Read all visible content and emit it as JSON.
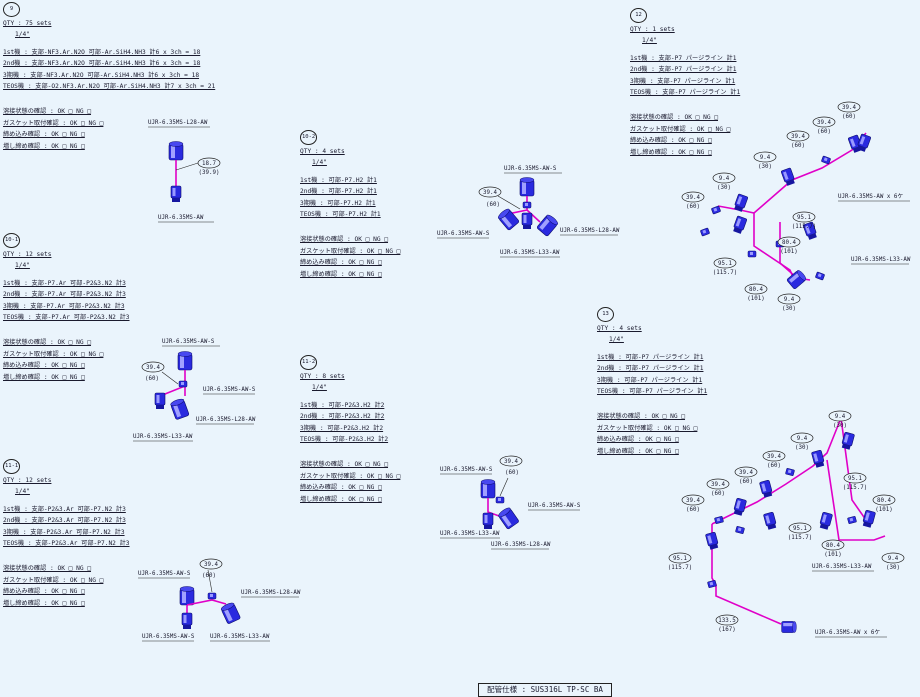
{
  "blocks": [
    {
      "id": "9",
      "qty": "QTY : 75 sets",
      "size": "1/4\"",
      "rows": [
        "1st機  :  支部-NF3.Ar.N2O       可部-Ar.SiH4.NH3    計6 x 3ch = 18",
        "2nd機  :  支部-NF3.Ar.N2O       可部-Ar.SiH4.NH3    計6 x 3ch = 18",
        "3期機  :  支部-NF3.Ar.N2O       可部-Ar.SiH4.NH3    計6 x 3ch = 18",
        "TEOS機 :  支部-O2.NF3.Ar.N2O       可部-Ar.SiH4.NH3    計7 x 3ch = 21"
      ],
      "checks": [
        "溶接状態の確認    :  OK □   NG □",
        "ガスケット取付確認 :  OK □   NG □",
        "締め込み確認      :  OK □   NG □",
        "増し締め確認      :  OK □   NG □"
      ]
    },
    {
      "id": "10-1",
      "qty": "QTY : 12 sets",
      "size": "1/4\"",
      "rows": [
        "1st機  :  支部-P7.Ar       可部-P2&3.N2     計3",
        "2nd機  :  支部-P7.Ar       可部-P2&3.N2     計3",
        "3期機  :  支部-P7.Ar       可部-P2&3.N2     計3",
        "TEOS機 :  支部-P7.Ar       可部-P2&3.N2     計3"
      ],
      "checks": [
        "溶接状態の確認    :  OK □   NG □",
        "ガスケット取付確認 :  OK □   NG □",
        "締め込み確認      :  OK □   NG □",
        "増し締め確認      :  OK □   NG □"
      ]
    },
    {
      "id": "11-1",
      "qty": "QTY : 12 sets",
      "size": "1/4\"",
      "rows": [
        "1st機  :  支部-P2&3.Ar     可部-P7.N2      計3",
        "2nd機  :  支部-P2&3.Ar     可部-P7.N2      計3",
        "3期機  :  支部-P2&3.Ar     可部-P7.N2      計3",
        "TEOS機 :  支部-P2&3.Ar     可部-P7.N2      計3"
      ],
      "checks": [
        "溶接状態の確認    :  OK □   NG □",
        "ガスケット取付確認 :  OK □   NG □",
        "締め込み確認      :  OK □   NG □",
        "増し締め確認      :  OK □   NG □"
      ]
    },
    {
      "id": "10-2",
      "qty": "QTY : 4 sets",
      "size": "1/4\"",
      "rows": [
        "1st機  :  可部-P7.H2      計1",
        "2nd機  :  可部-P7.H2      計1",
        "3期機  :  可部-P7.H2      計1",
        "TEOS機 :  可部-P7.H2      計1"
      ],
      "checks": [
        "溶接状態の確認    :  OK □   NG □",
        "ガスケット取付確認 :  OK □   NG □",
        "締め込み確認      :  OK □   NG □",
        "増し締め確認      :  OK □   NG □"
      ]
    },
    {
      "id": "11-2",
      "qty": "QTY : 8 sets",
      "size": "1/4\"",
      "rows": [
        "1st機  :  可部-P2&3.H2      計2",
        "2nd機  :  可部-P2&3.H2      計2",
        "3期機  :  可部-P2&3.H2      計2",
        "TEOS機 :  可部-P2&3.H2      計2"
      ],
      "checks": [
        "溶接状態の確認    :  OK □   NG □",
        "ガスケット取付確認 :  OK □   NG □",
        "締め込み確認      :  OK □   NG □",
        "増し締め確認      :  OK □   NG □"
      ]
    },
    {
      "id": "12",
      "qty": "QTY : 1 sets",
      "size": "1/4\"",
      "rows": [
        "1st機  :  支部-P7 パージライン    計1",
        "2nd機  :  支部-P7 パージライン    計1",
        "3期機  :  支部-P7 パージライン    計1",
        "TEOS機 :  支部-P7 パージライン    計1"
      ],
      "checks": [
        "溶接状態の確認    :  OK □   NG □",
        "ガスケット取付確認 :  OK □   NG □",
        "締め込み確認      :  OK □   NG □",
        "増し締め確認      :  OK □   NG □"
      ]
    },
    {
      "id": "13",
      "qty": "QTY : 4 sets",
      "size": "1/4\"",
      "rows": [
        "1st機  :  可部-P7 パージライン    計1",
        "2nd機  :  可部-P7 パージライン    計1",
        "3期機  :  可部-P7 パージライン    計1",
        "TEOS機 :  可部-P7 パージライン    計1"
      ],
      "checks": [
        "溶接状態の確認    :  OK □   NG □",
        "ガスケット取付確認 :  OK □   NG □",
        "締め込み確認      :  OK □   NG □",
        "増し締め確認      :  OK □   NG □"
      ]
    }
  ],
  "labels": {
    "d9_top": "UJR-6.35MS-L28-AW",
    "d9_bot": "UJR-6.35MS-AW",
    "d9_dim": "18.7",
    "d9_sub": "(39.9)",
    "d102_top": "UJR-6.35MS-AW-S",
    "d102_left": "UJR-6.35MS-AW-S",
    "d102_right": "UJR-6.35MS-L28-AW",
    "d102_bot": "UJR-6.35MS-L33-AW",
    "d102_dim": "39.4",
    "d102_sub": "(60)",
    "d101_top": "UJR-6.35MS-AW-S",
    "d101_right": "UJR-6.35MS-AW-S",
    "d101_right2": "UJR-6.35MS-L28-AW",
    "d101_bot": "UJR-6.35MS-L33-AW",
    "d101_dim": "39.4",
    "d101_sub": "(60)",
    "d112_top": "UJR-6.35MS-AW-S",
    "d112_right": "UJR-6.35MS-AW-S",
    "d112_bot": "UJR-6.35MS-L33-AW",
    "d112_bot2": "UJR-6.35MS-L28-AW",
    "d112_dim": "39.4",
    "d112_sub": "(60)",
    "d111_top": "UJR-6.35MS-AW-S",
    "d111_right": "UJR-6.35MS-L28-AW",
    "d111_bot": "UJR-6.35MS-AW-S",
    "d111_bot2": "UJR-6.35MS-L33-AW",
    "d111_dim": "39.4",
    "d111_sub": "(60)",
    "d12_main": "UJR-6.35MS-AW  x  6ケ",
    "d12_l33": "UJR-6.35MS-L33-AW",
    "d13_l33": "UJR-6.35MS-L33-AW",
    "d13_main": "UJR-6.35MS-AW  x  6ケ"
  },
  "dims12": [
    {
      "v": "39.4",
      "s": "(60)"
    },
    {
      "v": "39.4",
      "s": "(60)"
    },
    {
      "v": "39.4",
      "s": "(60)"
    },
    {
      "v": "9.4",
      "s": "(30)"
    },
    {
      "v": "9.4",
      "s": "(30)"
    },
    {
      "v": "39.4",
      "s": "(60)"
    },
    {
      "v": "95.1",
      "s": "(115.7)"
    },
    {
      "v": "80.4",
      "s": "(101)"
    },
    {
      "v": "95.1",
      "s": "(115.7)"
    },
    {
      "v": "80.4",
      "s": "(101)"
    },
    {
      "v": "9.4",
      "s": "(30)"
    }
  ],
  "dims13": [
    {
      "v": "9.4",
      "s": "(30)"
    },
    {
      "v": "9.4",
      "s": "(30)"
    },
    {
      "v": "39.4",
      "s": "(60)"
    },
    {
      "v": "39.4",
      "s": "(60)"
    },
    {
      "v": "95.1",
      "s": "(115.7)"
    },
    {
      "v": "39.4",
      "s": "(60)"
    },
    {
      "v": "39.4",
      "s": "(60)"
    },
    {
      "v": "80.4",
      "s": "(101)"
    },
    {
      "v": "95.1",
      "s": "(115.7)"
    },
    {
      "v": "80.4",
      "s": "(101)"
    },
    {
      "v": "9.4",
      "s": "(30)"
    },
    {
      "v": "95.1",
      "s": "(115.7)"
    },
    {
      "v": "133.5",
      "s": "(167)"
    }
  ],
  "footer": "配管仕様 : SUS316L TP-SC BA",
  "colors": {
    "pipe": "#e000c8",
    "fitting": "#2a2adf",
    "background": "#eaf4fc"
  }
}
